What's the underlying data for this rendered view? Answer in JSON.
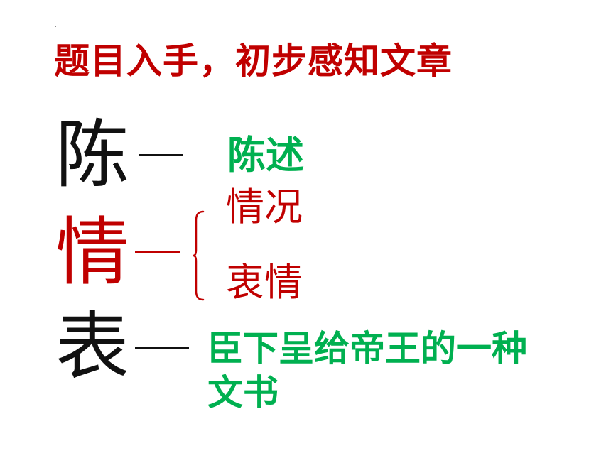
{
  "slide": {
    "title": "题目入手，初步感知文章",
    "rows": [
      {
        "char": "陈",
        "dash": "—",
        "meaning": "陈述"
      },
      {
        "char": "情",
        "dash": "—",
        "meanings": [
          "情况",
          "衷情"
        ]
      },
      {
        "char": "表",
        "dash": "—",
        "meaning": "臣下呈给帝王的一种文书"
      }
    ]
  },
  "colors": {
    "title": "#c00000",
    "accent_red": "#c00000",
    "accent_green": "#00b050",
    "text_dark": "#111111",
    "background": "#ffffff"
  }
}
